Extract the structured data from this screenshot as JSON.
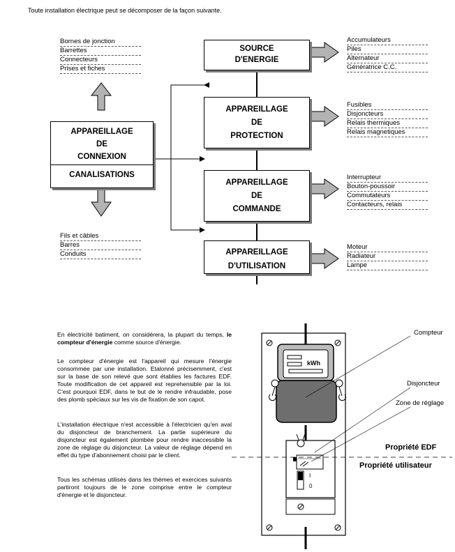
{
  "intro": "Toute installation électrique peut se décomposer de la façon suivante.",
  "boxes": {
    "source": {
      "line1": "SOURCE",
      "line2": "D'ENERGIE"
    },
    "protection": {
      "line1": "APPAREILLAGE",
      "line2": "DE",
      "line3": "PROTECTION"
    },
    "commande": {
      "line1": "APPAREILLAGE",
      "line2": "DE",
      "line3": "COMMANDE"
    },
    "utilisation": {
      "line1": "APPAREILLAGE",
      "line2": "D'UTILISATION"
    },
    "connexion": {
      "line1": "APPAREILLAGE",
      "line2": "DE",
      "line3": "CONNEXION"
    },
    "canalisations": "CANALISATIONS"
  },
  "lists": {
    "connexion": [
      "Bornes de jonction",
      "Barrettes",
      "Connecteurs",
      "Prises et fiches"
    ],
    "canalisations": [
      "Fils et câbles",
      "Barres",
      "Conduits"
    ],
    "source": [
      "Accumulateurs",
      "Piles",
      "Alternateur",
      "Génératrice C.C."
    ],
    "protection": [
      "Fusibles",
      "Disjoncteurs",
      "Relais thermiques",
      "Relais magnetiques"
    ],
    "commande": [
      "Interrupteur",
      "Bouton-poussoir",
      "Commutateurs",
      "Contacteurs, relais"
    ],
    "utilisation": [
      "Moteur",
      "Radiateur",
      "Lampe"
    ]
  },
  "text": {
    "p1_pre": "En électricité batiment, on considérera, la plupart du temps, ",
    "p1_bold": "le compteur d'énergie",
    "p1_post": " comme source d'énergie.",
    "p2": "Le compteur d'énergie est l'appareil qui mesure l'énergie consommée par une installation. Etalonné précisemment, c'est sur la base de son relevé que sont établies les factures EDF. Toute modification de cet appareil est reprehensible par la loi. C'est pourquoi EDF, dans le but de le rendre infraudable, pose des plomb spéciaux sur les vis de fixation de son capot.",
    "p3": "L'installation électrique n'est accessible à l'électricien qu'en aval du disjoncteur de branchement. La partie supérieure du disjoncteur est également plombée pour rendre inaccessible la zone de réglage du disjoncteur. La valeur de réglage dépend en effet du type d'abonnement choisi par le client.",
    "p4": "Tous les schémas utilisés dans les thèmes et exercices suivants partiront toujours de le zone comprise entre le compteur d'énergie et le disjoncteur."
  },
  "figure": {
    "compteur": "Compteur",
    "disjoncteur": "Disjoncteur",
    "zone": "Zone de réglage",
    "prop_edf": "Propriété EDF",
    "prop_user": "Propriété utilisateur",
    "kwh": "kWh",
    "switch_on": "I",
    "switch_off": "0"
  }
}
